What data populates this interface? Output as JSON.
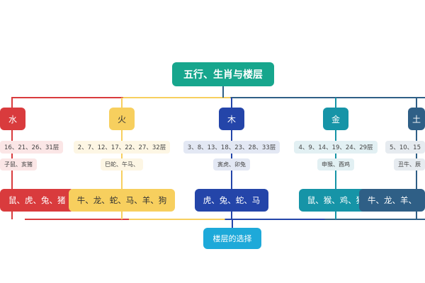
{
  "title": "五行、生肖与楼层",
  "footer": "楼层的选择",
  "columns": [
    {
      "element": "水",
      "floors": "16、21、26、31层",
      "zodiac": "子鼠、亥猪",
      "match": "鼠、虎、兔、猪",
      "color": "#d93b3d",
      "light": "#fbe6e6"
    },
    {
      "element": "火",
      "floors": "2、7、12、17、22、27、32层",
      "zodiac": "巳蛇、午马、",
      "match": "牛、龙、蛇、马、羊、狗",
      "color": "#f7cf5e",
      "light": "#fdf6e4"
    },
    {
      "element": "木",
      "floors": "3、8、13、18、23、28、33层",
      "zodiac": "寅虎、卯兔",
      "match": "虎、兔、蛇、马",
      "color": "#2445a9",
      "light": "#e3e8f4"
    },
    {
      "element": "金",
      "floors": "4、9、14、19、24、29层",
      "zodiac": "申猴、酉鸡",
      "match": "鼠、猴、鸡、猪",
      "color": "#1694a7",
      "light": "#e2f0f3"
    },
    {
      "element": "土",
      "floors": "5、10、15",
      "zodiac": "丑牛、辰",
      "match": "牛、龙、羊、",
      "color": "#2f5f86",
      "light": "#e6ebf0"
    }
  ]
}
